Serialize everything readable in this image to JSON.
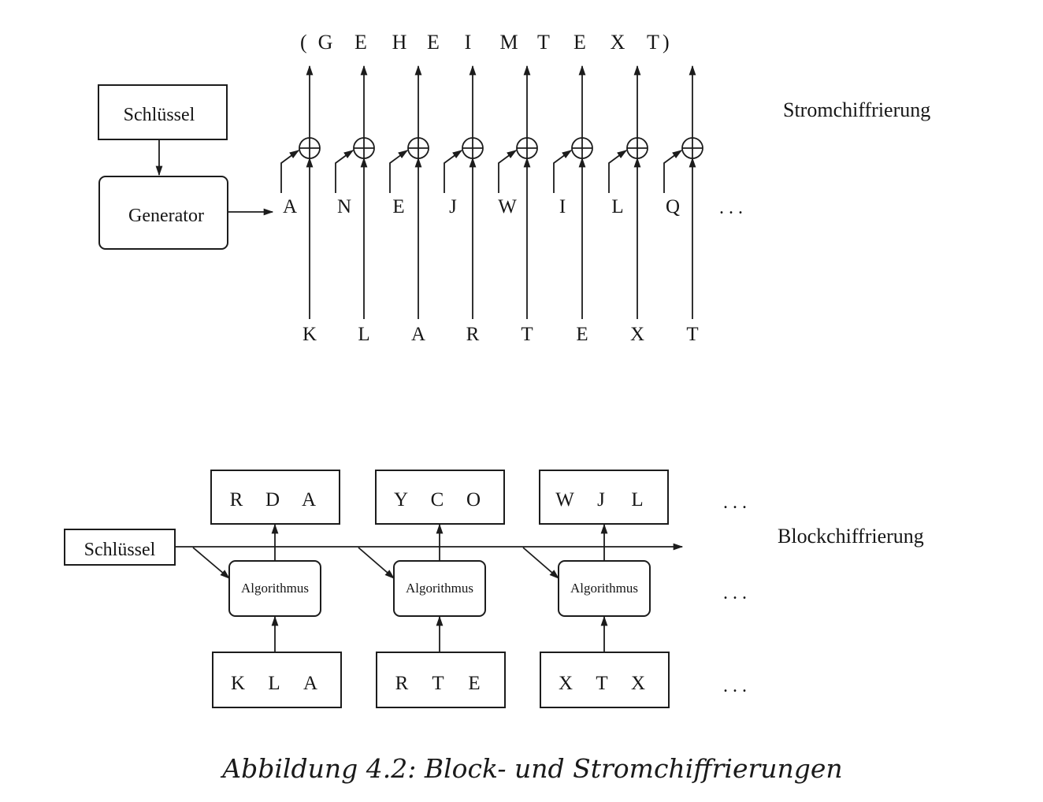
{
  "stream": {
    "title": "Stromchiffrierung",
    "key_box": "Schlüssel",
    "generator_box": "Generator",
    "ciphertext_open": "(",
    "ciphertext_close": ")",
    "ciphertext": [
      "G",
      "E",
      "H",
      "E",
      "I",
      "M",
      "T",
      "E",
      "X",
      "T"
    ],
    "ciphertext_columns": [
      {
        "letter": "G"
      },
      {
        "letter": "E"
      },
      {
        "letter": "H"
      },
      {
        "letter": "E"
      },
      {
        "letter": "I"
      },
      {
        "letter": "M"
      },
      {
        "letter": "T"
      },
      {
        "letter": "E"
      },
      {
        "letter": "X"
      },
      {
        "letter": "T"
      }
    ],
    "keystream": [
      "A",
      "N",
      "E",
      "J",
      "W",
      "I",
      "L",
      "Q"
    ],
    "plaintext": [
      "K",
      "L",
      "A",
      "R",
      "T",
      "E",
      "X",
      "T"
    ],
    "xor_symbol": "⊕",
    "ellipsis": ". . ."
  },
  "block": {
    "title": "Blockchiffrierung",
    "key_box": "Schlüssel",
    "algorithm_label": "Algorithmus",
    "output_blocks": [
      [
        "R",
        "D",
        "A"
      ],
      [
        "Y",
        "C",
        "O"
      ],
      [
        "W",
        "J",
        "L"
      ]
    ],
    "input_blocks": [
      [
        "K",
        "L",
        "A"
      ],
      [
        "R",
        "T",
        "E"
      ],
      [
        "X",
        "T",
        "X"
      ]
    ],
    "ellipsis": ". . ."
  },
  "caption": "Abbildung 4.2:  Block- und Stromchiffrierungen"
}
